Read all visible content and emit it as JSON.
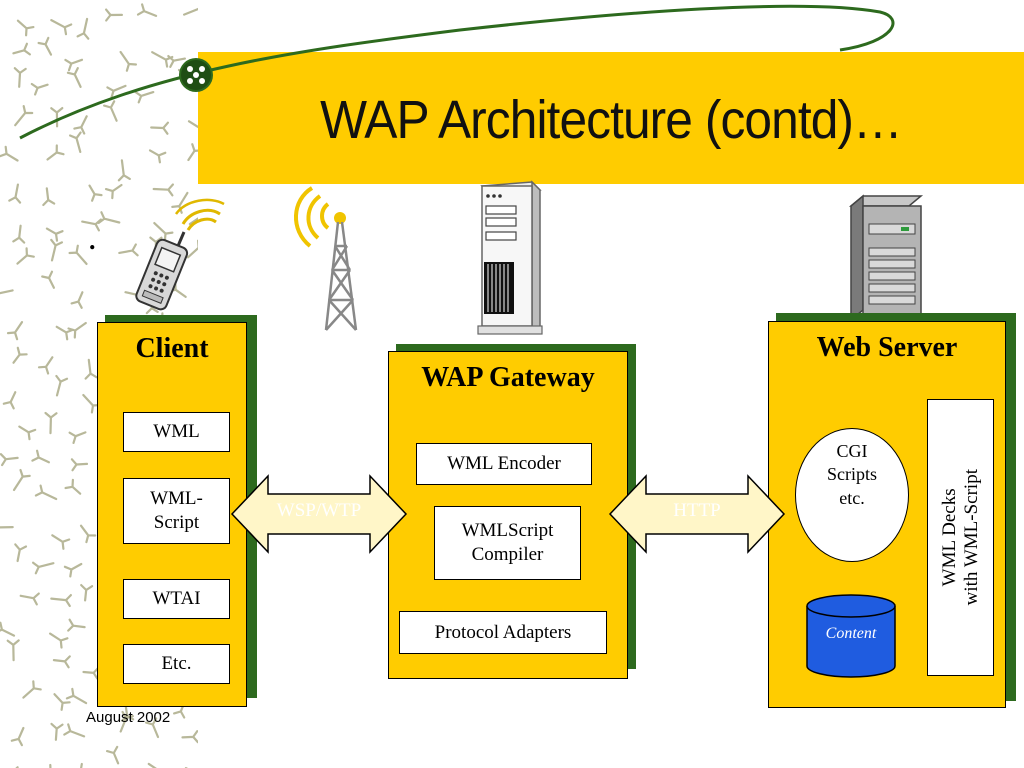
{
  "slide": {
    "title": "WAP Architecture (contd)…",
    "footer": "August 2002",
    "stray_mark": "."
  },
  "client": {
    "heading": "Client",
    "items": [
      "WML",
      "WML-\nScript",
      "WTAI",
      "Etc."
    ]
  },
  "gateway": {
    "heading": "WAP Gateway",
    "items": [
      "WML Encoder",
      "WMLScript\nCompiler",
      "Protocol Adapters"
    ]
  },
  "server": {
    "heading": "Web Server",
    "cgi": "CGI\nScripts\netc.",
    "content": "Content",
    "decks": "WML Decks\nwith WML-Script"
  },
  "arrows": {
    "left": "WSP/WTP",
    "right": "HTTP"
  },
  "colors": {
    "panel_fill": "#FFCC00",
    "panel_shadow": "#2d6a1e",
    "content_cylinder": "#1f5ce0"
  },
  "icons": [
    "mobile-phone-icon",
    "radio-tower-icon",
    "gateway-server-icon",
    "web-server-icon"
  ]
}
